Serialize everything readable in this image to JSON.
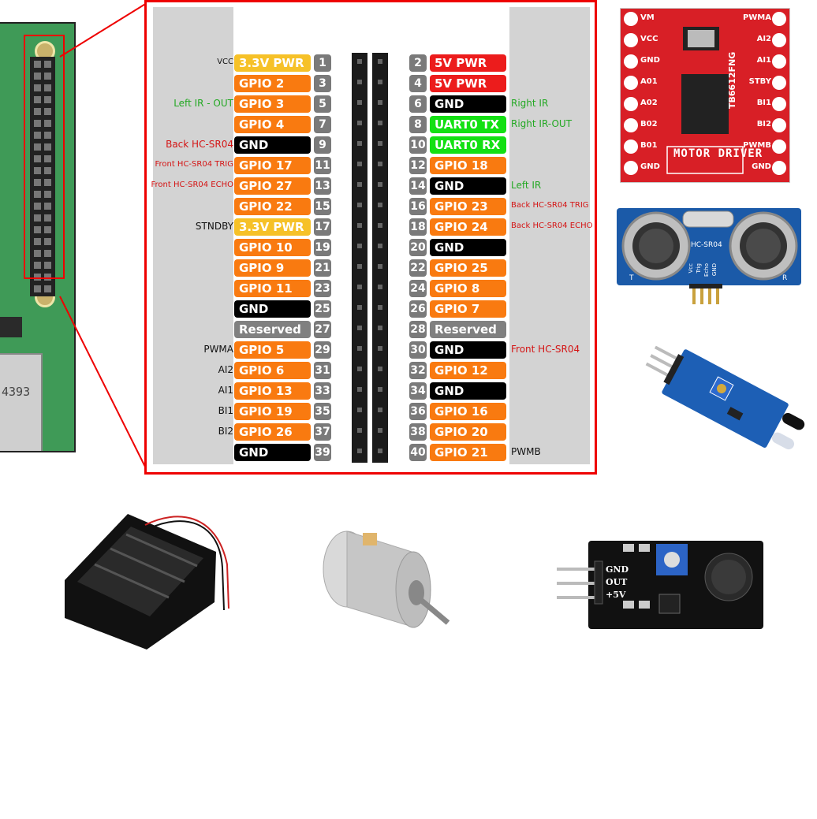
{
  "colors": {
    "power33": "#f6c128",
    "power5": "#ec1c1c",
    "gpio": "#f97a10",
    "ground": "#000000",
    "uart": "#13e013",
    "reserved": "#808080",
    "annot_red": "#d41414",
    "annot_green": "#22a822",
    "annot_black": "#111111"
  },
  "pins": [
    {
      "num": "1",
      "label": "3.3V PWR",
      "type": "power33"
    },
    {
      "num": "2",
      "label": "5V PWR",
      "type": "power5"
    },
    {
      "num": "3",
      "label": "GPIO 2",
      "type": "gpio"
    },
    {
      "num": "4",
      "label": "5V PWR",
      "type": "power5"
    },
    {
      "num": "5",
      "label": "GPIO 3",
      "type": "gpio"
    },
    {
      "num": "6",
      "label": "GND",
      "type": "ground"
    },
    {
      "num": "7",
      "label": "GPIO 4",
      "type": "gpio"
    },
    {
      "num": "8",
      "label": "UART0 TX",
      "type": "uart"
    },
    {
      "num": "9",
      "label": "GND",
      "type": "ground"
    },
    {
      "num": "10",
      "label": "UART0 RX",
      "type": "uart"
    },
    {
      "num": "11",
      "label": "GPIO 17",
      "type": "gpio"
    },
    {
      "num": "12",
      "label": "GPIO 18",
      "type": "gpio"
    },
    {
      "num": "13",
      "label": "GPIO 27",
      "type": "gpio"
    },
    {
      "num": "14",
      "label": "GND",
      "type": "ground"
    },
    {
      "num": "15",
      "label": "GPIO 22",
      "type": "gpio"
    },
    {
      "num": "16",
      "label": "GPIO 23",
      "type": "gpio"
    },
    {
      "num": "17",
      "label": "3.3V PWR",
      "type": "power33"
    },
    {
      "num": "18",
      "label": "GPIO 24",
      "type": "gpio"
    },
    {
      "num": "19",
      "label": "GPIO 10",
      "type": "gpio"
    },
    {
      "num": "20",
      "label": "GND",
      "type": "ground"
    },
    {
      "num": "21",
      "label": "GPIO 9",
      "type": "gpio"
    },
    {
      "num": "22",
      "label": "GPIO 25",
      "type": "gpio"
    },
    {
      "num": "23",
      "label": "GPIO 11",
      "type": "gpio"
    },
    {
      "num": "24",
      "label": "GPIO 8",
      "type": "gpio"
    },
    {
      "num": "25",
      "label": "GND",
      "type": "ground"
    },
    {
      "num": "26",
      "label": "GPIO 7",
      "type": "gpio"
    },
    {
      "num": "27",
      "label": "Reserved",
      "type": "reserved"
    },
    {
      "num": "28",
      "label": "Reserved",
      "type": "reserved"
    },
    {
      "num": "29",
      "label": "GPIO 5",
      "type": "gpio"
    },
    {
      "num": "30",
      "label": "GND",
      "type": "ground"
    },
    {
      "num": "31",
      "label": "GPIO 6",
      "type": "gpio"
    },
    {
      "num": "32",
      "label": "GPIO 12",
      "type": "gpio"
    },
    {
      "num": "33",
      "label": "GPIO 13",
      "type": "gpio"
    },
    {
      "num": "34",
      "label": "GND",
      "type": "ground"
    },
    {
      "num": "35",
      "label": "GPIO 19",
      "type": "gpio"
    },
    {
      "num": "36",
      "label": "GPIO 16",
      "type": "gpio"
    },
    {
      "num": "37",
      "label": "GPIO 26",
      "type": "gpio"
    },
    {
      "num": "38",
      "label": "GPIO 20",
      "type": "gpio"
    },
    {
      "num": "39",
      "label": "GND",
      "type": "ground"
    },
    {
      "num": "40",
      "label": "GPIO 21",
      "type": "gpio"
    }
  ],
  "left_annotations": [
    {
      "row": 0,
      "text": "VCC",
      "color": "annot_black",
      "small": true
    },
    {
      "row": 2,
      "text": "Left IR -  OUT",
      "color": "annot_green",
      "small": false
    },
    {
      "row": 4,
      "text": "Back HC-SR04",
      "color": "annot_red",
      "small": false
    },
    {
      "row": 5,
      "text": "Front HC-SR04 TRIG",
      "color": "annot_red",
      "small": true
    },
    {
      "row": 6,
      "text": "Front HC-SR04 ECHO",
      "color": "annot_red",
      "small": true
    },
    {
      "row": 8,
      "text": "STNDBY",
      "color": "annot_black",
      "small": false
    },
    {
      "row": 14,
      "text": "PWMA",
      "color": "annot_black",
      "small": false
    },
    {
      "row": 15,
      "text": "AI2",
      "color": "annot_black",
      "small": false
    },
    {
      "row": 16,
      "text": "AI1",
      "color": "annot_black",
      "small": false
    },
    {
      "row": 17,
      "text": "BI1",
      "color": "annot_black",
      "small": false
    },
    {
      "row": 18,
      "text": "BI2",
      "color": "annot_black",
      "small": false
    }
  ],
  "right_annotations": [
    {
      "row": 2,
      "text": "Right IR",
      "color": "annot_green",
      "small": false
    },
    {
      "row": 3,
      "text": "Right IR-OUT",
      "color": "annot_green",
      "small": false
    },
    {
      "row": 6,
      "text": "Left IR",
      "color": "annot_green",
      "small": false
    },
    {
      "row": 7,
      "text": "Back HC-SR04 TRIG",
      "color": "annot_red",
      "small": true
    },
    {
      "row": 8,
      "text": "Back HC-SR04 ECHO",
      "color": "annot_red",
      "small": true
    },
    {
      "row": 14,
      "text": "Front HC-SR04",
      "color": "annot_red",
      "small": false
    },
    {
      "row": 19,
      "text": "PWMB",
      "color": "annot_black",
      "small": false
    }
  ],
  "motor_driver": {
    "title": "MOTOR DRIVER",
    "chip": "TB6612FNG",
    "left_pins": [
      "VM",
      "VCC",
      "GND",
      "A01",
      "A02",
      "B02",
      "B01",
      "GND"
    ],
    "right_pins": [
      "PWMA",
      "AI2",
      "AI1",
      "STBY",
      "BI1",
      "BI2",
      "PWMB",
      "GND"
    ]
  },
  "ultrasonic": {
    "model": "HC-SR04",
    "pins": [
      "Vcc",
      "Trig",
      "Echo",
      "GND"
    ],
    "left_mark": "T",
    "right_mark": "R"
  },
  "pi_board": {
    "usb_text": "4393"
  },
  "sound_sensor": {
    "pins": [
      "GND",
      "OUT",
      "+5V"
    ]
  }
}
